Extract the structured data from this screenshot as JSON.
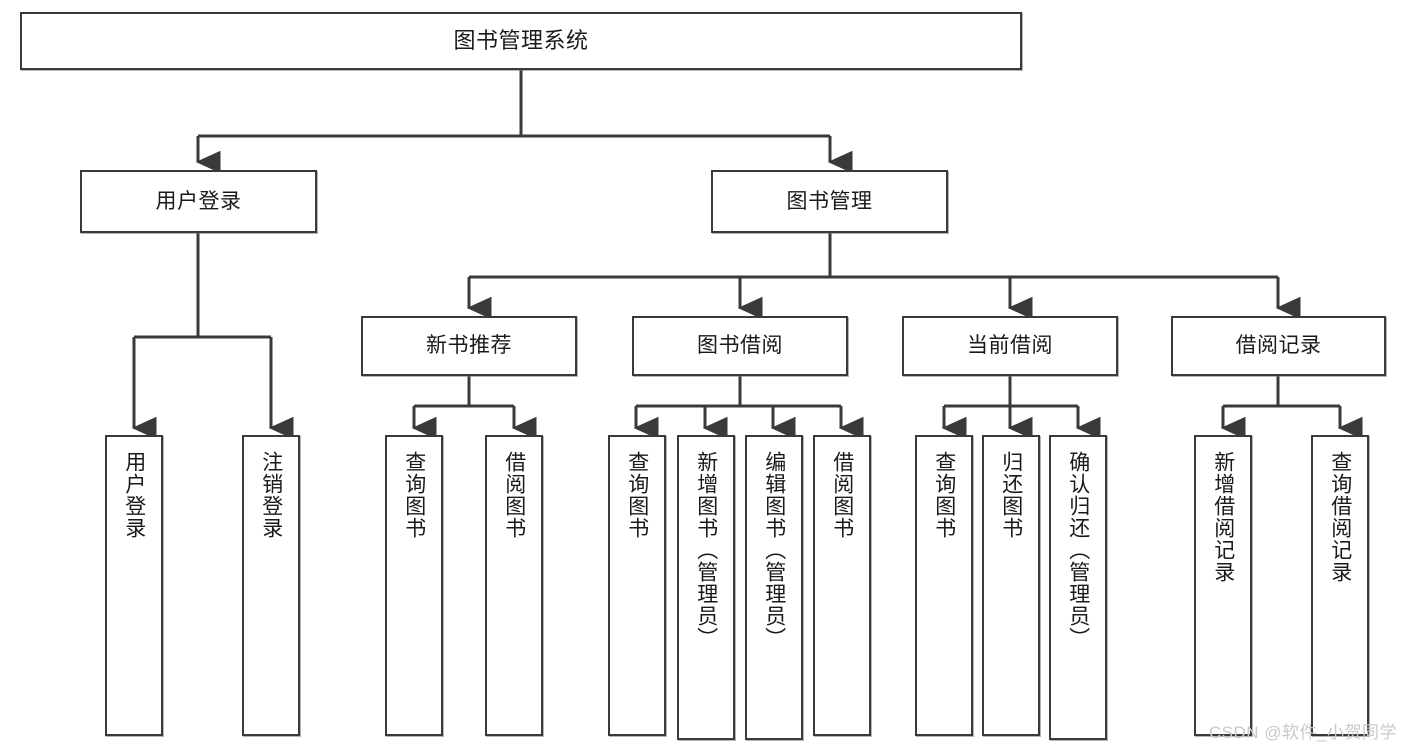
{
  "diagram": {
    "title": "图书管理系统",
    "watermark": "CSDN @软件_小贺同学",
    "line_color": "#3a3a3a",
    "box_border_color": "#3a3a3a",
    "background": "#ffffff",
    "root": {
      "label": "图书管理系统"
    },
    "level2": [
      {
        "label": "用户登录"
      },
      {
        "label": "图书管理"
      }
    ],
    "level3": [
      {
        "label": "新书推荐"
      },
      {
        "label": "图书借阅"
      },
      {
        "label": "当前借阅"
      },
      {
        "label": "借阅记录"
      }
    ],
    "leaves": {
      "user_login": [
        {
          "label": "用户登录"
        },
        {
          "label": "注销登录"
        }
      ],
      "new_book_recommend": [
        {
          "label": "查询图书"
        },
        {
          "label": "借阅图书"
        }
      ],
      "book_borrow": [
        {
          "label": "查询图书"
        },
        {
          "label": "新增图书（管理员）"
        },
        {
          "label": "编辑图书（管理员）"
        },
        {
          "label": "借阅图书"
        }
      ],
      "current_borrow": [
        {
          "label": "查询图书"
        },
        {
          "label": "归还图书"
        },
        {
          "label": "确认归还（管理员）"
        }
      ],
      "borrow_record": [
        {
          "label": "新增借阅记录"
        },
        {
          "label": "查询借阅记录"
        }
      ]
    }
  }
}
